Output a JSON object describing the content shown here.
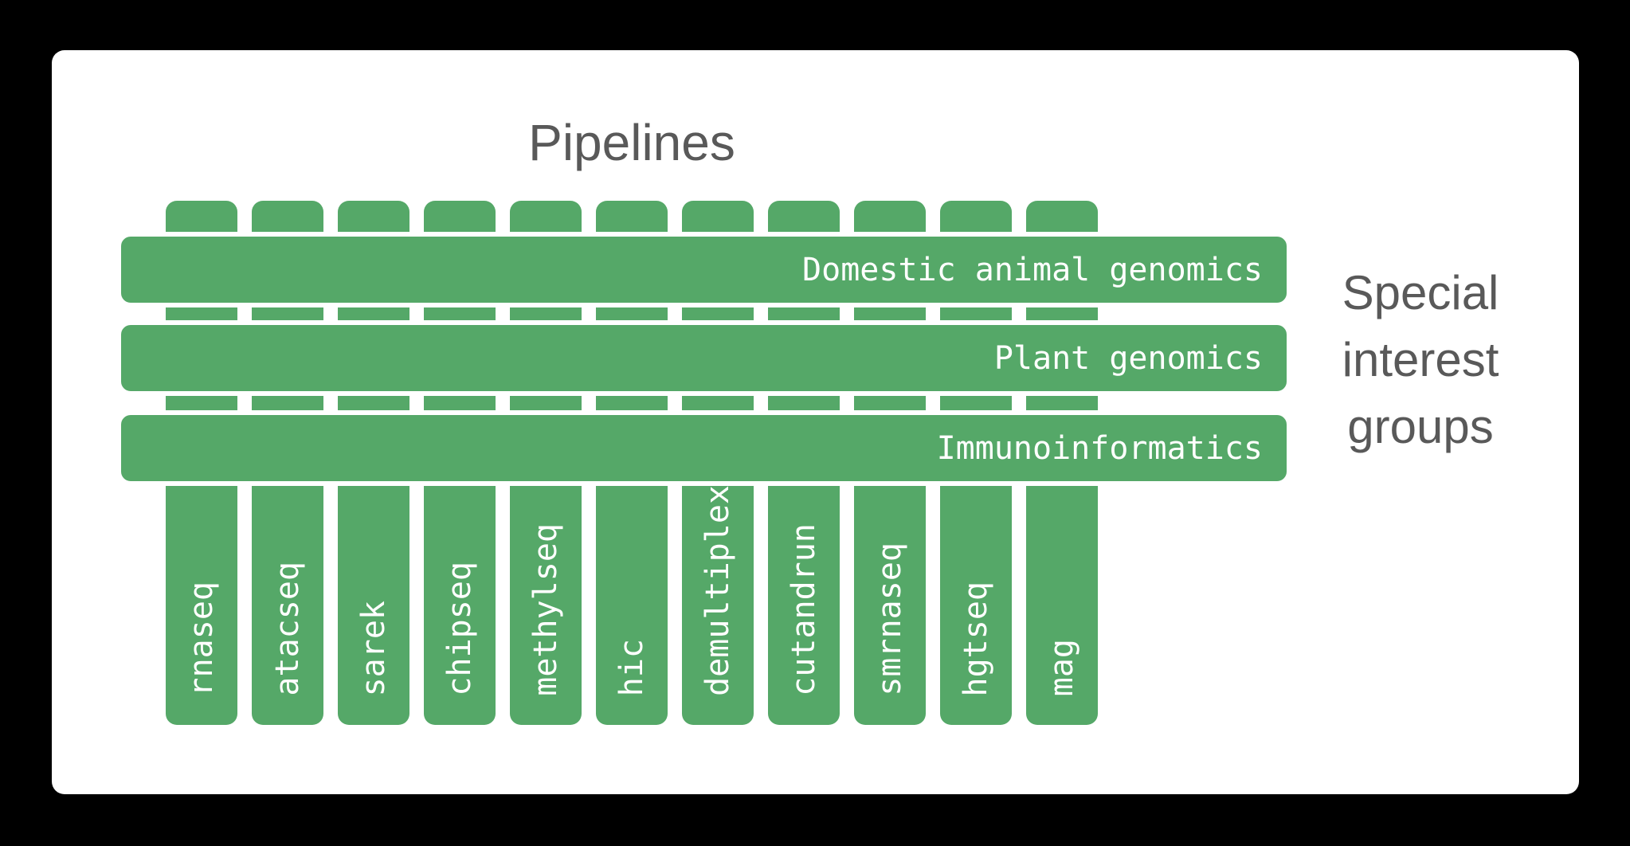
{
  "title": "Pipelines",
  "side_label_lines": [
    "Special",
    "interest",
    "groups"
  ],
  "pipelines": [
    "rnaseq",
    "atacseq",
    "sarek",
    "chipseq",
    "methylseq",
    "hic",
    "demultiplex",
    "cutandrun",
    "smrnaseq",
    "hgtseq",
    "mag"
  ],
  "groups": [
    "Domestic animal genomics",
    "Plant genomics",
    "Immunoinformatics"
  ],
  "colors": {
    "green": "#55a868",
    "label_text": "#ffffff",
    "heading_text": "#595959",
    "card_background": "#ffffff",
    "page_background": "#000000"
  }
}
